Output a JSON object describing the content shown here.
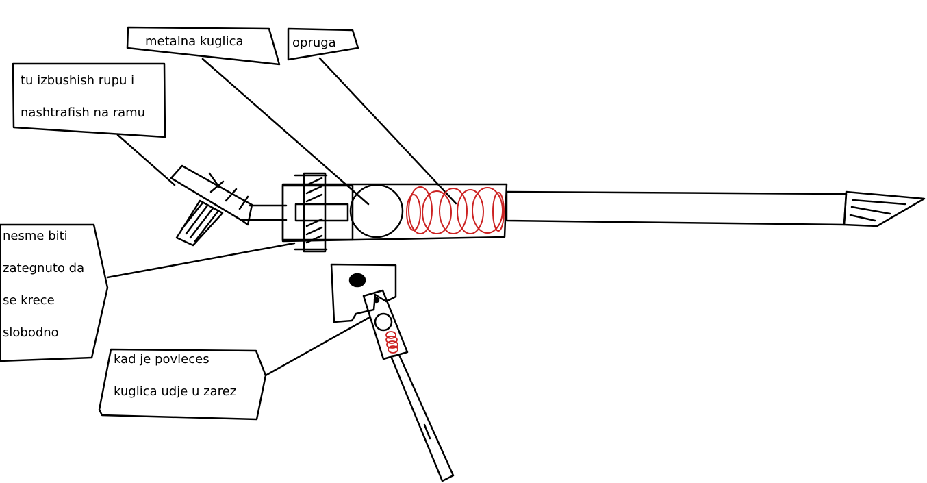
{
  "colors": {
    "ink": "#000000",
    "spring": "#cc2222",
    "background": "#ffffff"
  },
  "labels": {
    "metal_ball": "metalna kuglica",
    "spring": "opruga",
    "drill_hole_line1": "tu izbushish rupu i",
    "drill_hole_line2": "nashtrafish na ramu",
    "not_tight_line1": "nesme biti",
    "not_tight_line2": "zategnuto da",
    "not_tight_line3": "se krece",
    "not_tight_line4": "slobodno",
    "pull_line1": "kad je povleces",
    "pull_line2": "kuglica udje u zarez"
  }
}
